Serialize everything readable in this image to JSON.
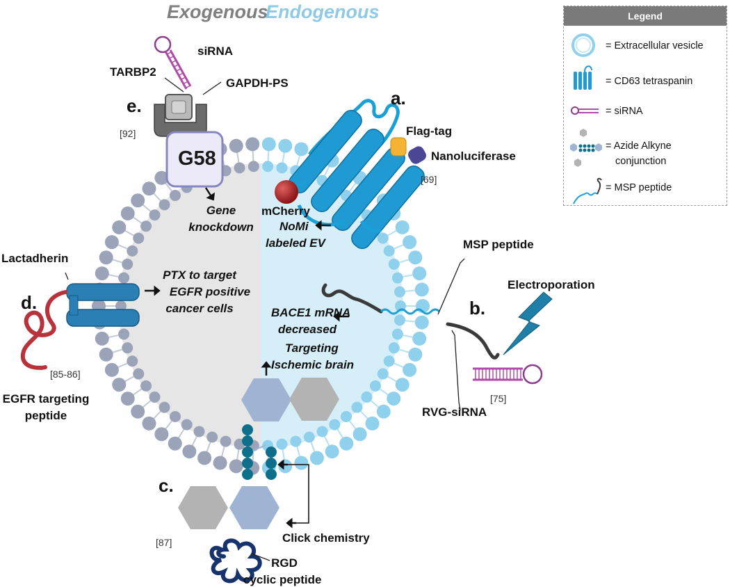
{
  "header": {
    "exogenous": "Exogenous",
    "endogenous": "Endogenous"
  },
  "panels": {
    "a": "a.",
    "b": "b.",
    "c": "c.",
    "d": "d.",
    "e": "e."
  },
  "labels": {
    "sirna": "siRNA",
    "tarbp2": "TARBP2",
    "gapdh_ps": "GAPDH-PS",
    "g58": "G58",
    "gene_knockdown_1": "Gene",
    "gene_knockdown_2": "knockdown",
    "flag_tag": "Flag-tag",
    "nanoluciferase": "Nanoluciferase",
    "mcherry": "mCherry",
    "nomi_1": "NoMi",
    "nomi_2": "labeled EV",
    "msp_peptide": "MSP peptide",
    "electroporation": "Electroporation",
    "lactadherin": "Lactadherin",
    "ptx_1": "PTX to target",
    "ptx_2": "EGFR positive",
    "ptx_3": "cancer cells",
    "bace_1": "BACE1 mRNA",
    "bace_2": "decreased",
    "targeting_1": "Targeting",
    "targeting_2": "Ischemic brain",
    "rvg_sirna": "RVG-siRNA",
    "egfr_1": "EGFR targeting",
    "egfr_2": "peptide",
    "click": "Click chemistry",
    "rgd_1": "RGD",
    "rgd_2": "cyclic peptide"
  },
  "refs": {
    "r92": "[92]",
    "r69": "[69]",
    "r75": "[75]",
    "r8586": "[85-86]",
    "r87": "[87]"
  },
  "legend": {
    "title": "Legend",
    "items": [
      {
        "text": "= Extracellular vesicle",
        "icon": "vesicle-icon"
      },
      {
        "text": "= CD63 tetraspanin",
        "icon": "tetraspanin-icon"
      },
      {
        "text": "= siRNA",
        "icon": "sirna-icon"
      },
      {
        "text": "= Azide Alkyne",
        "text2": "conjunction",
        "icon": "azide-alkyne-icon"
      },
      {
        "text": "= MSP peptide",
        "icon": "msp-peptide-icon"
      }
    ]
  },
  "colors": {
    "exogenous": "#7f7f7f",
    "endogenous": "#8ecae6",
    "lipid_left": "#9aa3b8",
    "lipid_right": "#8fd0ec",
    "interior_left": "#e6e6e6",
    "interior_right": "#d6eef7",
    "tetraspanin": "#1a9fd6",
    "sirna": "#b04aa8",
    "peptide_red": "#b8323c",
    "rgd": "#17336e",
    "hexagon_blue": "#9fb4d3",
    "hexagon_gray": "#b3b3b3",
    "flag": "#f4b335",
    "nanoluc": "#4b4795",
    "mcherry": "#a31d1d"
  }
}
